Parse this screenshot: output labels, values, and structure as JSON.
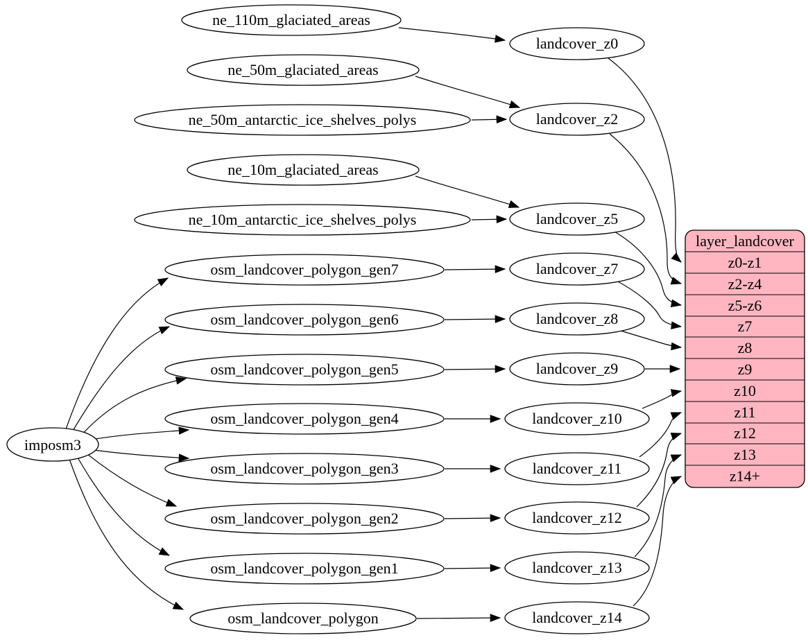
{
  "graph": {
    "root": {
      "label": "imposm3"
    },
    "source_tables": [
      {
        "label": "ne_110m_glaciated_areas"
      },
      {
        "label": "ne_50m_glaciated_areas"
      },
      {
        "label": "ne_50m_antarctic_ice_shelves_polys"
      },
      {
        "label": "ne_10m_glaciated_areas"
      },
      {
        "label": "ne_10m_antarctic_ice_shelves_polys"
      },
      {
        "label": "osm_landcover_polygon_gen7"
      },
      {
        "label": "osm_landcover_polygon_gen6"
      },
      {
        "label": "osm_landcover_polygon_gen5"
      },
      {
        "label": "osm_landcover_polygon_gen4"
      },
      {
        "label": "osm_landcover_polygon_gen3"
      },
      {
        "label": "osm_landcover_polygon_gen2"
      },
      {
        "label": "osm_landcover_polygon_gen1"
      },
      {
        "label": "osm_landcover_polygon"
      }
    ],
    "generalized_tables": [
      {
        "label": "landcover_z0"
      },
      {
        "label": "landcover_z2"
      },
      {
        "label": "landcover_z5"
      },
      {
        "label": "landcover_z7"
      },
      {
        "label": "landcover_z8"
      },
      {
        "label": "landcover_z9"
      },
      {
        "label": "landcover_z10"
      },
      {
        "label": "landcover_z11"
      },
      {
        "label": "landcover_z12"
      },
      {
        "label": "landcover_z13"
      },
      {
        "label": "landcover_z14"
      }
    ],
    "layer_table": {
      "title": "layer_landcover",
      "rows": [
        "z0-z1",
        "z2-z4",
        "z5-z6",
        "z7",
        "z8",
        "z9",
        "z10",
        "z11",
        "z12",
        "z13",
        "z14+"
      ]
    },
    "edges": [
      {
        "from": "ne_110m_glaciated_areas",
        "to": "landcover_z0"
      },
      {
        "from": "ne_50m_glaciated_areas",
        "to": "landcover_z2"
      },
      {
        "from": "ne_50m_antarctic_ice_shelves_polys",
        "to": "landcover_z2"
      },
      {
        "from": "ne_10m_glaciated_areas",
        "to": "landcover_z5"
      },
      {
        "from": "ne_10m_antarctic_ice_shelves_polys",
        "to": "landcover_z5"
      },
      {
        "from": "imposm3",
        "to": "osm_landcover_polygon_gen7"
      },
      {
        "from": "imposm3",
        "to": "osm_landcover_polygon_gen6"
      },
      {
        "from": "imposm3",
        "to": "osm_landcover_polygon_gen5"
      },
      {
        "from": "imposm3",
        "to": "osm_landcover_polygon_gen4"
      },
      {
        "from": "imposm3",
        "to": "osm_landcover_polygon_gen3"
      },
      {
        "from": "imposm3",
        "to": "osm_landcover_polygon_gen2"
      },
      {
        "from": "imposm3",
        "to": "osm_landcover_polygon_gen1"
      },
      {
        "from": "imposm3",
        "to": "osm_landcover_polygon"
      },
      {
        "from": "osm_landcover_polygon_gen7",
        "to": "landcover_z7"
      },
      {
        "from": "osm_landcover_polygon_gen6",
        "to": "landcover_z8"
      },
      {
        "from": "osm_landcover_polygon_gen5",
        "to": "landcover_z9"
      },
      {
        "from": "osm_landcover_polygon_gen4",
        "to": "landcover_z10"
      },
      {
        "from": "osm_landcover_polygon_gen3",
        "to": "landcover_z11"
      },
      {
        "from": "osm_landcover_polygon_gen2",
        "to": "landcover_z12"
      },
      {
        "from": "osm_landcover_polygon_gen1",
        "to": "landcover_z13"
      },
      {
        "from": "osm_landcover_polygon",
        "to": "landcover_z14"
      },
      {
        "from": "landcover_z0",
        "to": "layer_landcover",
        "to_row": "z0-z1"
      },
      {
        "from": "landcover_z2",
        "to": "layer_landcover",
        "to_row": "z2-z4"
      },
      {
        "from": "landcover_z5",
        "to": "layer_landcover",
        "to_row": "z5-z6"
      },
      {
        "from": "landcover_z7",
        "to": "layer_landcover",
        "to_row": "z7"
      },
      {
        "from": "landcover_z8",
        "to": "layer_landcover",
        "to_row": "z8"
      },
      {
        "from": "landcover_z9",
        "to": "layer_landcover",
        "to_row": "z9"
      },
      {
        "from": "landcover_z10",
        "to": "layer_landcover",
        "to_row": "z10"
      },
      {
        "from": "landcover_z11",
        "to": "layer_landcover",
        "to_row": "z11"
      },
      {
        "from": "landcover_z12",
        "to": "layer_landcover",
        "to_row": "z12"
      },
      {
        "from": "landcover_z13",
        "to": "layer_landcover",
        "to_row": "z13"
      },
      {
        "from": "landcover_z14",
        "to": "layer_landcover",
        "to_row": "z14+"
      }
    ],
    "colors": {
      "layer_table_fill": "#ffb6c1",
      "node_fill": "#ffffff",
      "line": "#000000"
    }
  }
}
